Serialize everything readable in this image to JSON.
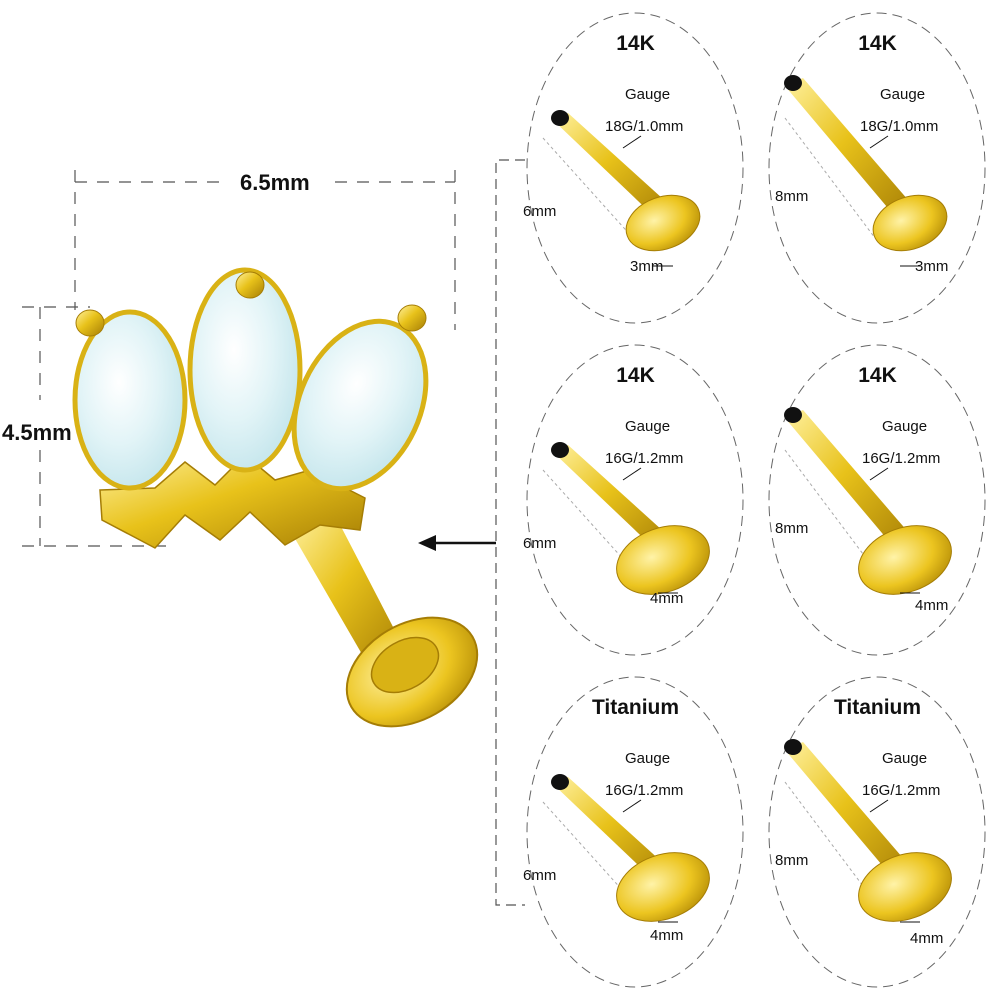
{
  "main_product": {
    "width_label": "6.5mm",
    "height_label": "4.5mm"
  },
  "panels": [
    {
      "material": "14K",
      "gauge_label": "Gauge",
      "gauge_value": "18G/1.0mm",
      "length": "6mm",
      "disc": "3mm"
    },
    {
      "material": "14K",
      "gauge_label": "Gauge",
      "gauge_value": "18G/1.0mm",
      "length": "8mm",
      "disc": "3mm"
    },
    {
      "material": "14K",
      "gauge_label": "Gauge",
      "gauge_value": "16G/1.2mm",
      "length": "6mm",
      "disc": "4mm"
    },
    {
      "material": "14K",
      "gauge_label": "Gauge",
      "gauge_value": "16G/1.2mm",
      "length": "8mm",
      "disc": "4mm"
    },
    {
      "material": "Titanium",
      "gauge_label": "Gauge",
      "gauge_value": "16G/1.2mm",
      "length": "6mm",
      "disc": "4mm"
    },
    {
      "material": "Titanium",
      "gauge_label": "Gauge",
      "gauge_value": "16G/1.2mm",
      "length": "8mm",
      "disc": "4mm"
    }
  ],
  "colors": {
    "gold": "#e8c21a",
    "gold_dark": "#b8920a",
    "opal": "#dff3f6"
  }
}
